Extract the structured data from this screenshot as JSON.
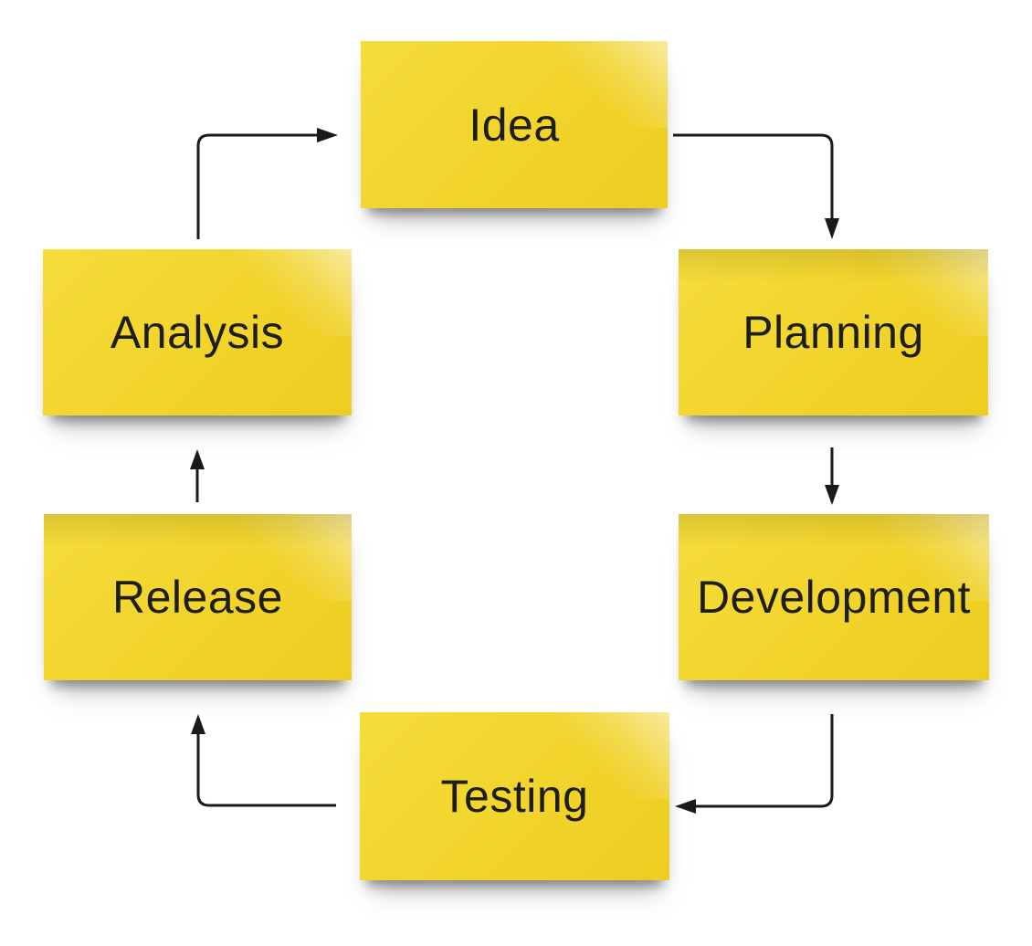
{
  "diagram": {
    "type": "cycle-flowchart",
    "notes": [
      {
        "id": "idea",
        "label": "Idea"
      },
      {
        "id": "planning",
        "label": "Planning"
      },
      {
        "id": "development",
        "label": "Development"
      },
      {
        "id": "testing",
        "label": "Testing"
      },
      {
        "id": "release",
        "label": "Release"
      },
      {
        "id": "analysis",
        "label": "Analysis"
      }
    ],
    "connections": [
      {
        "from": "Idea",
        "to": "Planning"
      },
      {
        "from": "Planning",
        "to": "Development"
      },
      {
        "from": "Development",
        "to": "Testing"
      },
      {
        "from": "Testing",
        "to": "Release"
      },
      {
        "from": "Release",
        "to": "Analysis"
      },
      {
        "from": "Analysis",
        "to": "Idea"
      }
    ],
    "colors": {
      "background": "#FFFFFF",
      "note_fill": "#F2D52E",
      "note_fill_light": "#F6DD3B",
      "note_fill_dark": "#EDCD20",
      "note_text": "#1E1E1E",
      "arrow": "#1A1A1A"
    }
  }
}
